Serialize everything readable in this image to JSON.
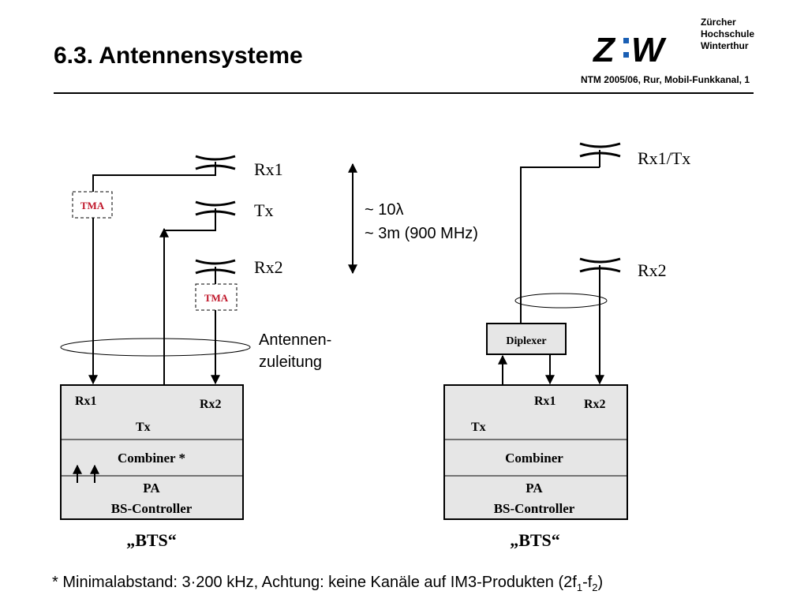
{
  "slide": {
    "title": "6.3. Antennensysteme",
    "subtitle": "NTM 2005/06, Rur, Mobil-Funkkanal, 1",
    "footnote_main": "* Minimalabstand: 3·200 kHz, Achtung: keine Kanäle auf IM3-Produkten (2f",
    "footnote_sub1": "1",
    "footnote_mid": "-f",
    "footnote_sub2": "2",
    "footnote_end": ")"
  },
  "logo": {
    "mark": "Z:W",
    "line1": "Zürcher",
    "line2": "Hochschule",
    "line3": "Winterthur",
    "accent_color": "#1a5fb4"
  },
  "left_system": {
    "antennas": [
      {
        "label": "Rx1"
      },
      {
        "label": "Tx"
      },
      {
        "label": "Rx2"
      }
    ],
    "tma_top": "TMA",
    "tma_bottom": "TMA",
    "spacing_line1": "~ 10λ",
    "spacing_line2": "~ 3m (900 MHz)",
    "feeder_label_line1": "Antennen-",
    "feeder_label_line2": "zuleitung",
    "bts": {
      "rx1": "Rx1",
      "rx2": "Rx2",
      "tx": "Tx",
      "combiner": "Combiner *",
      "pa": "PA",
      "controller": "BS-Controller",
      "caption": "„BTS“"
    }
  },
  "right_system": {
    "antennas": [
      {
        "label": "Rx1/Tx"
      },
      {
        "label": "Rx2"
      }
    ],
    "diplexer": "Diplexer",
    "bts": {
      "rx1": "Rx1",
      "rx2": "Rx2",
      "tx": "Tx",
      "combiner": "Combiner",
      "pa": "PA",
      "controller": "BS-Controller",
      "caption": "„BTS“"
    }
  },
  "colors": {
    "tma_text": "#c0182b",
    "box_fill": "#e6e6e6",
    "line": "#000000"
  }
}
